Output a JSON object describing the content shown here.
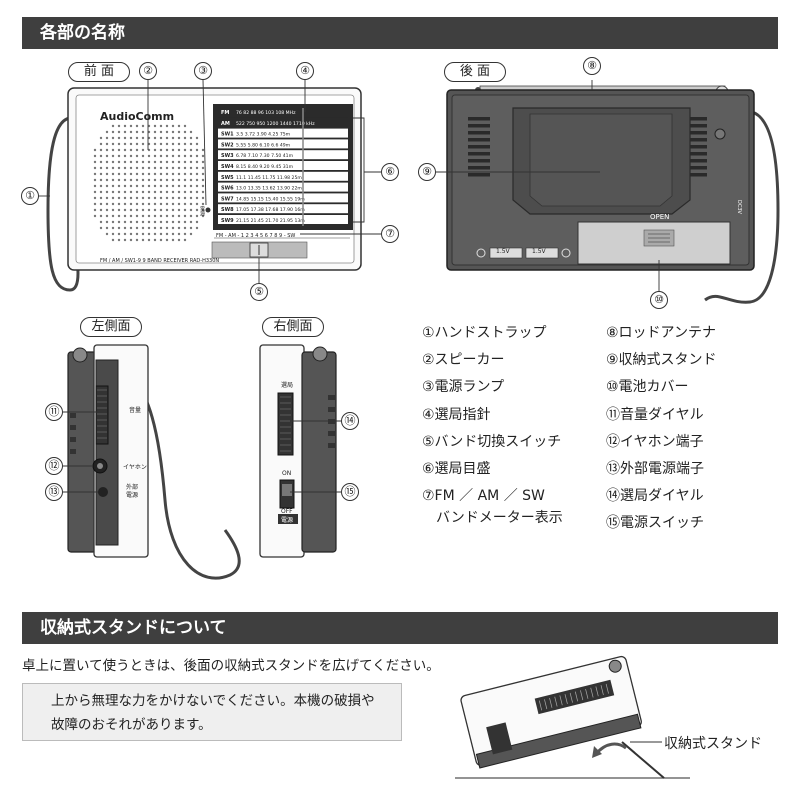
{
  "section1": {
    "title": "各部の名称"
  },
  "views": {
    "front": "前 面",
    "back": "後 面",
    "left": "左側面",
    "right": "右側面"
  },
  "radio": {
    "brand": "AudioComm",
    "model_line": "FM / AM / SW1-9 9 BAND RECEIVER  RAD-H330N",
    "band_meter_rows": [
      {
        "band": "FM",
        "vals": "76   82   88   96   103  108  MHz"
      },
      {
        "band": "AM",
        "vals": "522  750  950  1200 1440 1710 kHz"
      },
      {
        "band": "SW1",
        "vals": "3.5   3.72   3.90   4.25   75m"
      },
      {
        "band": "SW2",
        "vals": "5.55  5.80   6.10   6.6   49m"
      },
      {
        "band": "SW3",
        "vals": "6.78  7.10   7.30   7.50  41m"
      },
      {
        "band": "SW4",
        "vals": "8.15  8.40   9.20   9.45  31m"
      },
      {
        "band": "SW5",
        "vals": "11.1  11.45  11.75  11.98  25m"
      },
      {
        "band": "SW6",
        "vals": "13.0  13.35  13.62  13.90  22m"
      },
      {
        "band": "SW7",
        "vals": "14.85 15.15  15.40  15.55  19m"
      },
      {
        "band": "SW8",
        "vals": "17.05 17.38  17.68  17.90  16m"
      },
      {
        "band": "SW9",
        "vals": "21.15 21.45  21.70  21.95  13m"
      }
    ],
    "band_switch_scale": "FM - AM - 1 2 3 4 5 6 7 8 9 - SW",
    "battery1": "1.5V",
    "battery2": "1.5V",
    "open_label": "OPEN",
    "side_labels": {
      "volume": "音量",
      "earphone": "イヤホン",
      "ext_power": "外部電源",
      "tuning": "選局",
      "on": "ON",
      "off": "OFF",
      "power": "電源",
      "led": "電源",
      "dc": "DC3V"
    }
  },
  "callouts": [
    "①",
    "②",
    "③",
    "④",
    "⑤",
    "⑥",
    "⑦",
    "⑧",
    "⑨",
    "⑩",
    "⑪",
    "⑫",
    "⑬",
    "⑭",
    "⑮"
  ],
  "parts_left": [
    "①ハンドストラップ",
    "②スピーカー",
    "③電源ランプ",
    "④選局指針",
    "⑤バンド切換スイッチ",
    "⑥選局目盛",
    "⑦FM ／ AM ／ SW",
    "　バンドメーター表示"
  ],
  "parts_right": [
    "⑧ロッドアンテナ",
    "⑨収納式スタンド",
    "⑩電池カバー",
    "⑪音量ダイヤル",
    "⑫イヤホン端子",
    "⑬外部電源端子",
    "⑭選局ダイヤル",
    "⑮電源スイッチ"
  ],
  "section2": {
    "title": "収納式スタンドについて",
    "intro": "卓上に置いて使うときは、後面の収納式スタンドを広げてください。",
    "note_line1": "上から無理な力をかけないでください。本機の破損や",
    "note_line2": "故障のおそれがあります。",
    "stand_label": "収納式スタンド"
  }
}
